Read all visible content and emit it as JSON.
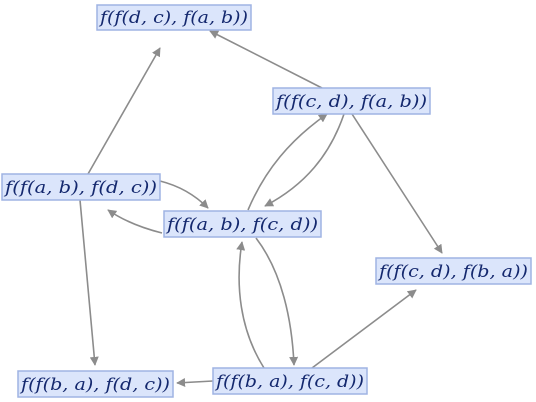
{
  "diagram": {
    "nodes": [
      {
        "id": "n1",
        "label": "f(f(d, c), f(a, b))"
      },
      {
        "id": "n2",
        "label": "f(f(c, d), f(a, b))"
      },
      {
        "id": "n3",
        "label": "f(f(a, b), f(d, c))"
      },
      {
        "id": "n4",
        "label": "f(f(a, b), f(c, d))"
      },
      {
        "id": "n5",
        "label": "f(f(c, d), f(b, a))"
      },
      {
        "id": "n6",
        "label": "f(f(b, a), f(d, c))"
      },
      {
        "id": "n7",
        "label": "f(f(b, a), f(c, d))"
      }
    ],
    "edges": [
      {
        "from": "n2",
        "to": "n1"
      },
      {
        "from": "n3",
        "to": "n1"
      },
      {
        "from": "n3",
        "to": "n4"
      },
      {
        "from": "n4",
        "to": "n3"
      },
      {
        "from": "n3",
        "to": "n6"
      },
      {
        "from": "n4",
        "to": "n2"
      },
      {
        "from": "n2",
        "to": "n4"
      },
      {
        "from": "n2",
        "to": "n5"
      },
      {
        "from": "n4",
        "to": "n7"
      },
      {
        "from": "n7",
        "to": "n4"
      },
      {
        "from": "n7",
        "to": "n5"
      },
      {
        "from": "n7",
        "to": "n6"
      }
    ]
  }
}
